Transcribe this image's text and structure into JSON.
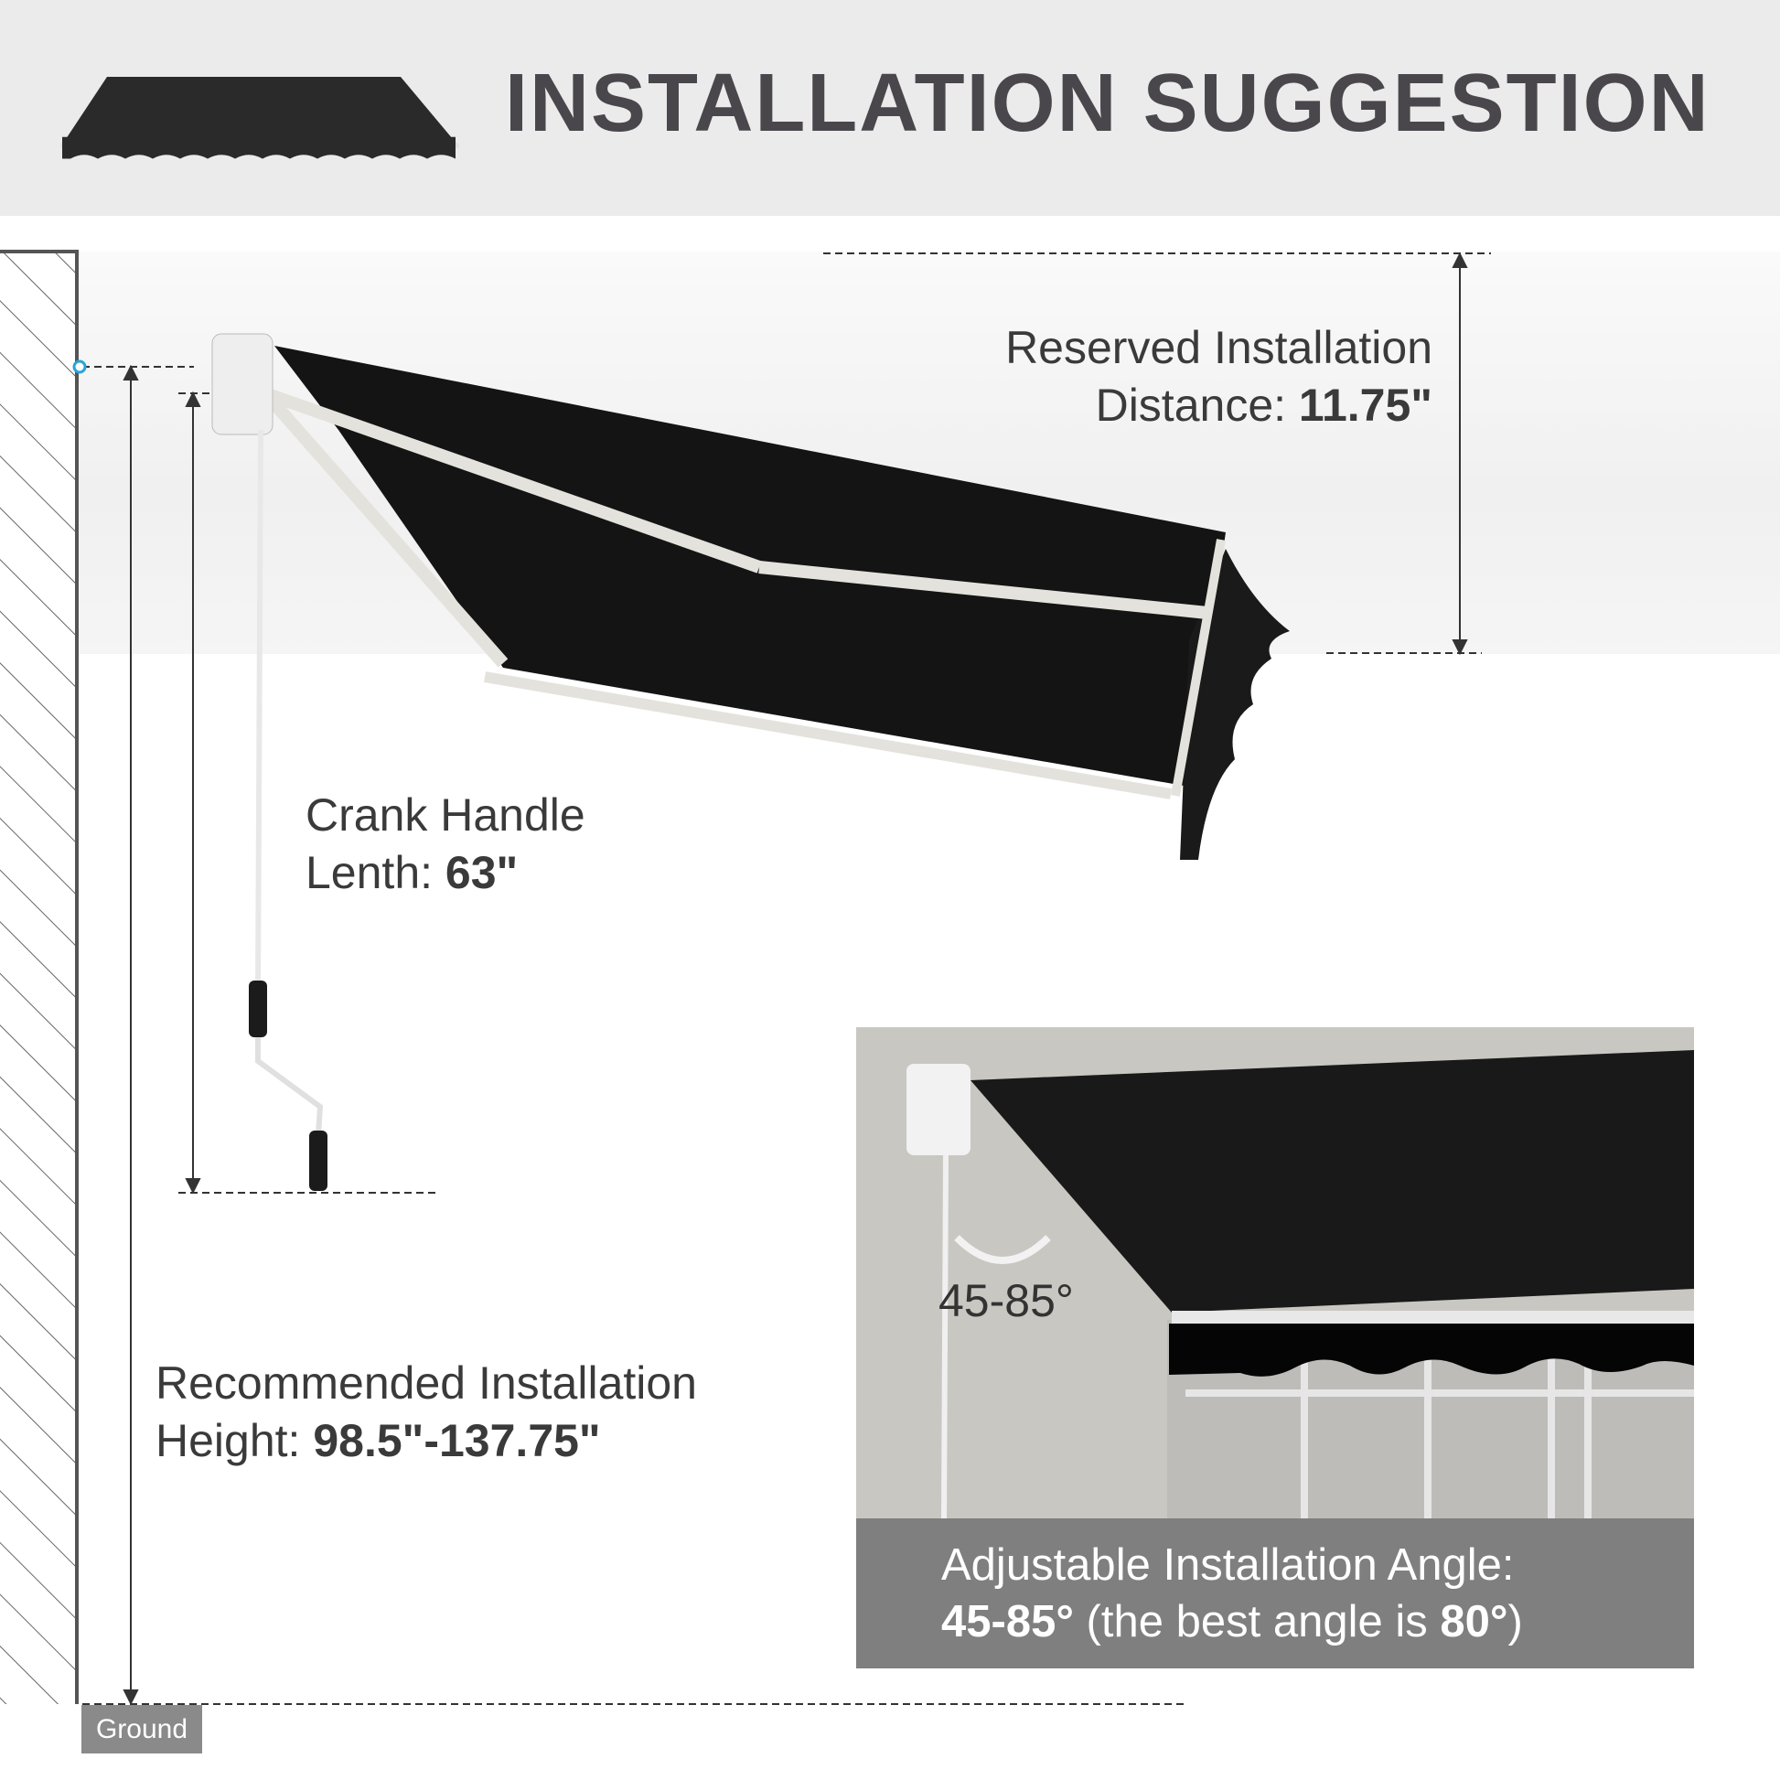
{
  "header": {
    "title": "INSTALLATION SUGGESTION",
    "icon": "awning-icon"
  },
  "labels": {
    "reserved_line1": "Reserved Installation",
    "reserved_line2_prefix": "Distance: ",
    "reserved_value": "11.75\"",
    "crank_line1": "Crank Handle",
    "crank_line2_prefix": "Lenth: ",
    "crank_value": "63\"",
    "height_line1": "Recommended Installation",
    "height_line2_prefix": "Height: ",
    "height_value": "98.5\"-137.75\"",
    "ground": "Ground"
  },
  "inset": {
    "angle_label": "45-85°",
    "caption_line1": "Adjustable Installation Angle:",
    "caption_range": "45-85°",
    "caption_mid": " (the best angle is ",
    "caption_best": "80°",
    "caption_end": ")"
  },
  "colors": {
    "fabric": "#1b1b1b",
    "header_bg": "#ebebeb",
    "title": "#4a474c",
    "caption_bg": "#7f7f7f"
  }
}
